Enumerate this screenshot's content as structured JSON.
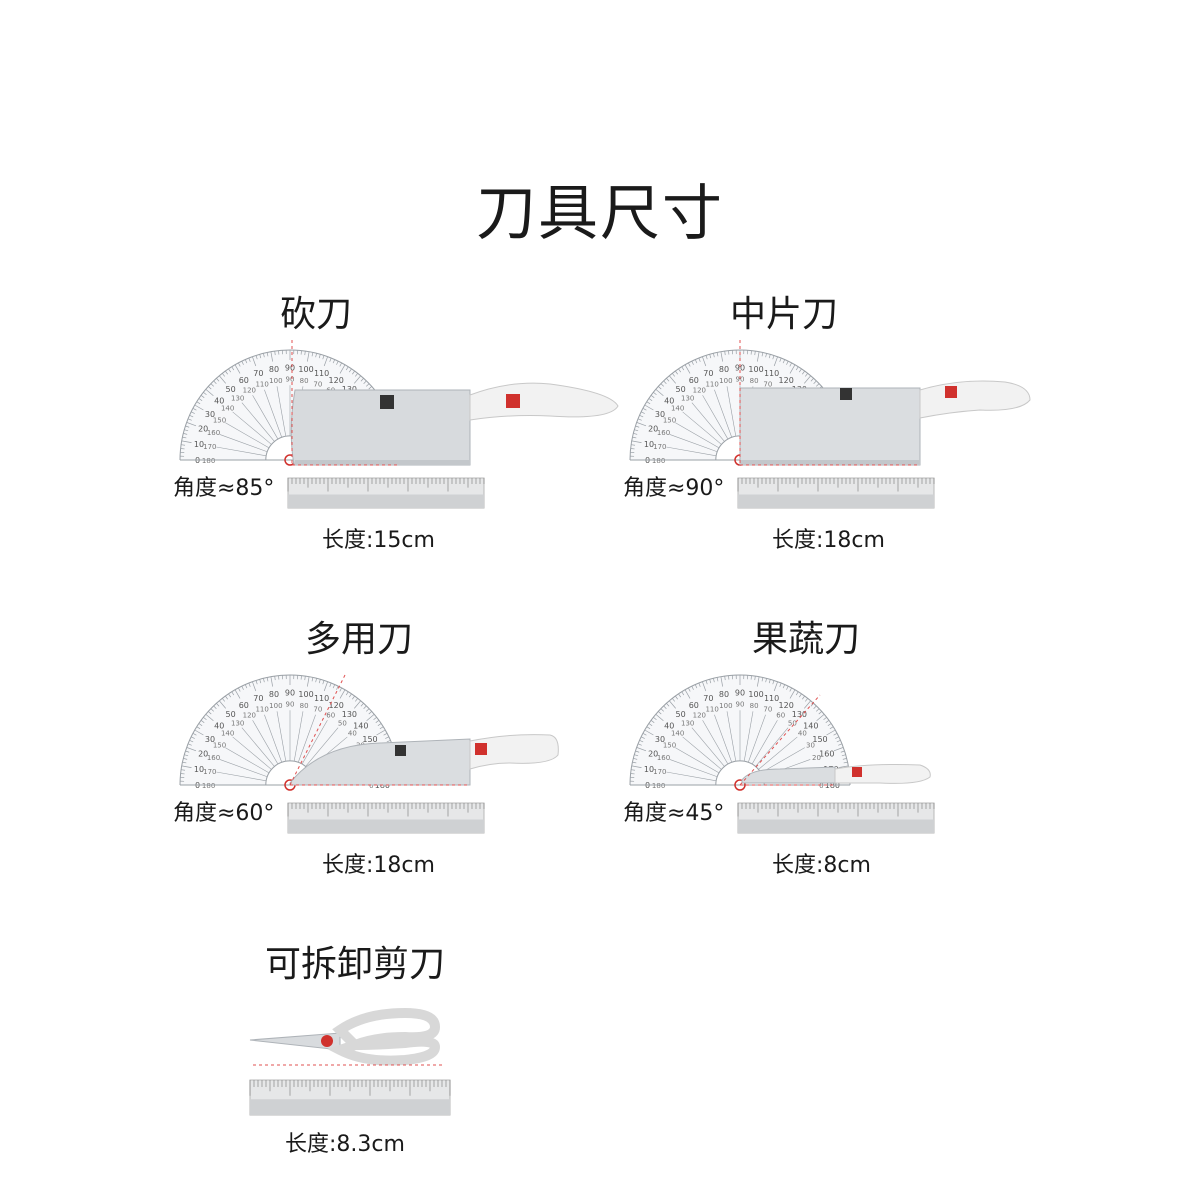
{
  "page_title": "刀具尺寸",
  "items": [
    {
      "name": "砍刀",
      "angle": "角度≈85°",
      "length": "长度:15cm",
      "angle_value": 85
    },
    {
      "name": "中片刀",
      "angle": "角度≈90°",
      "length": "长度:18cm",
      "angle_value": 90
    },
    {
      "name": "多用刀",
      "angle": "角度≈60°",
      "length": "长度:18cm",
      "angle_value": 60
    },
    {
      "name": "果蔬刀",
      "angle": "角度≈45°",
      "length": "长度:8cm",
      "angle_value": 45
    }
  ],
  "scissors": {
    "name": "可拆卸剪刀",
    "length": "长度:8.3cm"
  },
  "colors": {
    "brand_red": "#d0312d",
    "guide_red": "#e05050",
    "ruler": "#b8b8b8",
    "protractor_line": "#9aa0a6"
  },
  "icons": {
    "brand_logo": "zwilling-twin-logo-icon",
    "protractor": "protractor-icon",
    "ruler": "ruler-icon"
  }
}
